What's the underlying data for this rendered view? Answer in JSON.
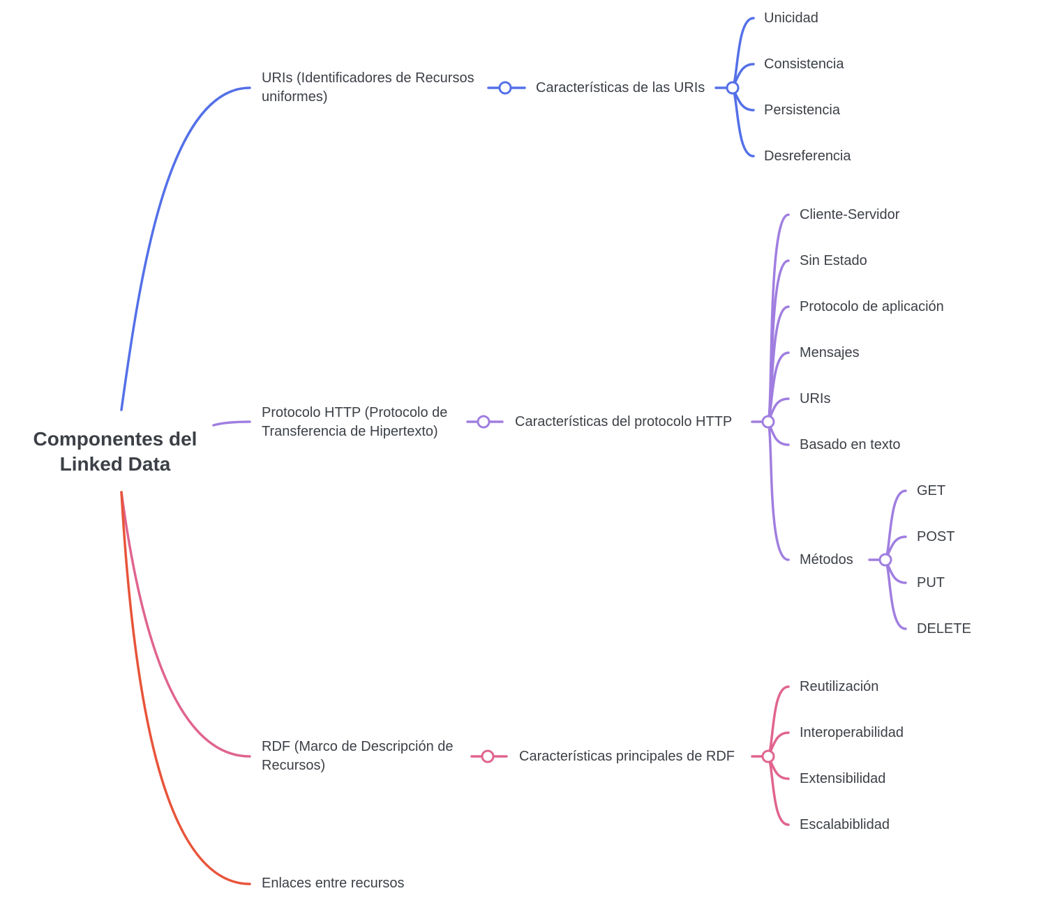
{
  "colors": {
    "uris": "#5470e8",
    "http": "#a07ee0",
    "rdf": "#e0648f",
    "enlaces": "#e8543a"
  },
  "root": {
    "title": "Componentes del Linked Data"
  },
  "branches": {
    "uris": {
      "label": "URIs (Identificadores de Recursos uniformes)",
      "child": "Características de las URIs",
      "items": [
        "Unicidad",
        "Consistencia",
        "Persistencia",
        "Desreferencia"
      ]
    },
    "http": {
      "label": "Protocolo HTTP (Protocolo de Transferencia de Hipertexto)",
      "child": "Características del protocolo HTTP",
      "items": [
        "Cliente-Servidor",
        "Sin Estado",
        "Protocolo de aplicación",
        "Mensajes",
        "URIs",
        "Basado en texto"
      ],
      "metodos": {
        "label": "Métodos",
        "items": [
          "GET",
          "POST",
          "PUT",
          "DELETE"
        ]
      }
    },
    "rdf": {
      "label": "RDF (Marco de Descripción de Recursos)",
      "child": "Características principales de RDF",
      "items": [
        "Reutilización",
        "Interoperabilidad",
        "Extensibilidad",
        "Escalabiblidad"
      ]
    },
    "enlaces": {
      "label": "Enlaces entre recursos"
    }
  }
}
